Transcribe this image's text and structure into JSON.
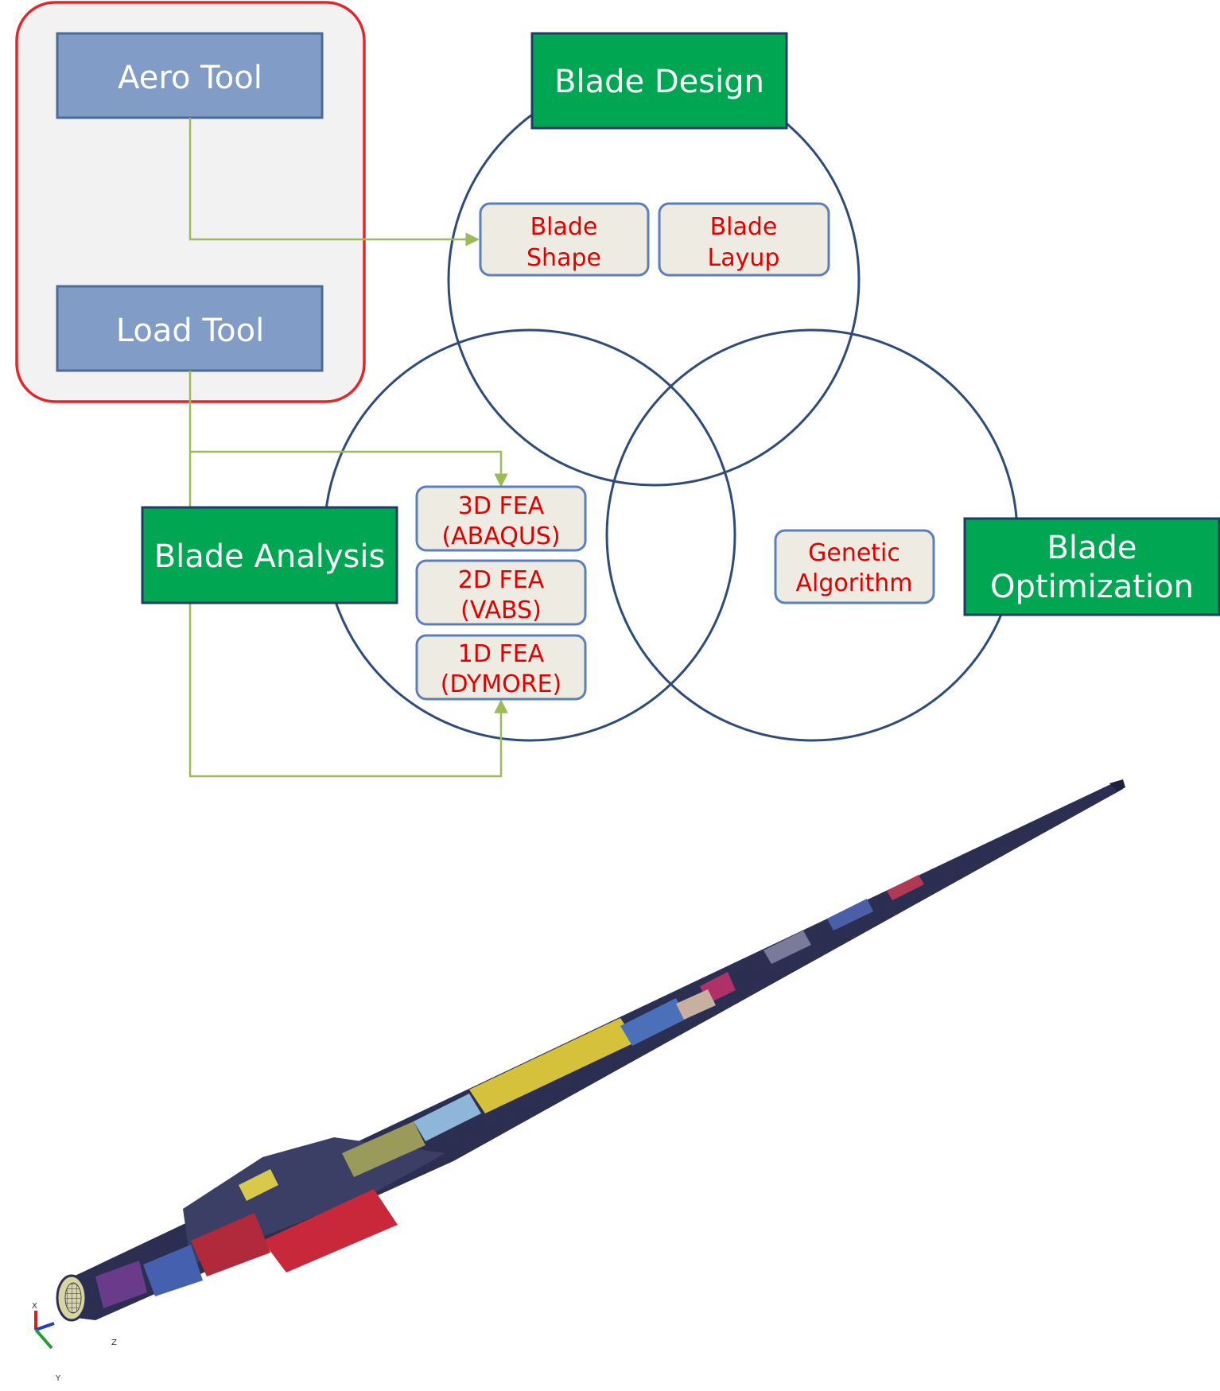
{
  "tools_group": {
    "aero_tool": "Aero Tool",
    "load_tool": "Load Tool"
  },
  "circles": {
    "design_title": "Blade Design",
    "analysis_title": "Blade Analysis",
    "optimization_title": [
      "Blade",
      "Optimization"
    ]
  },
  "design_items": {
    "shape": [
      "Blade",
      "Shape"
    ],
    "layup": [
      "Blade",
      "Layup"
    ]
  },
  "analysis_items": {
    "fea3d": [
      "3D FEA",
      "(ABAQUS)"
    ],
    "fea2d": [
      "2D FEA",
      "(VABS)"
    ],
    "fea1d": [
      "1D FEA",
      "(DYMORE)"
    ]
  },
  "optimization_items": {
    "genetic": [
      "Genetic",
      "Algorithm"
    ]
  },
  "axis_triad": {
    "x": "X",
    "y": "Y",
    "z": "Z"
  },
  "colors": {
    "tool_box_fill": "#819cc7",
    "tool_box_border": "#4a6a9a",
    "group_border": "#e4262a",
    "group_fill": "#f2f2f2",
    "title_box_fill": "#00a651",
    "title_box_border": "#1f3b66",
    "circle_stroke": "#2e4c7a",
    "item_fill": "#eeebe2",
    "item_border": "#5b7fbd",
    "item_text": "#e00000",
    "connector": "#9bbb59"
  }
}
